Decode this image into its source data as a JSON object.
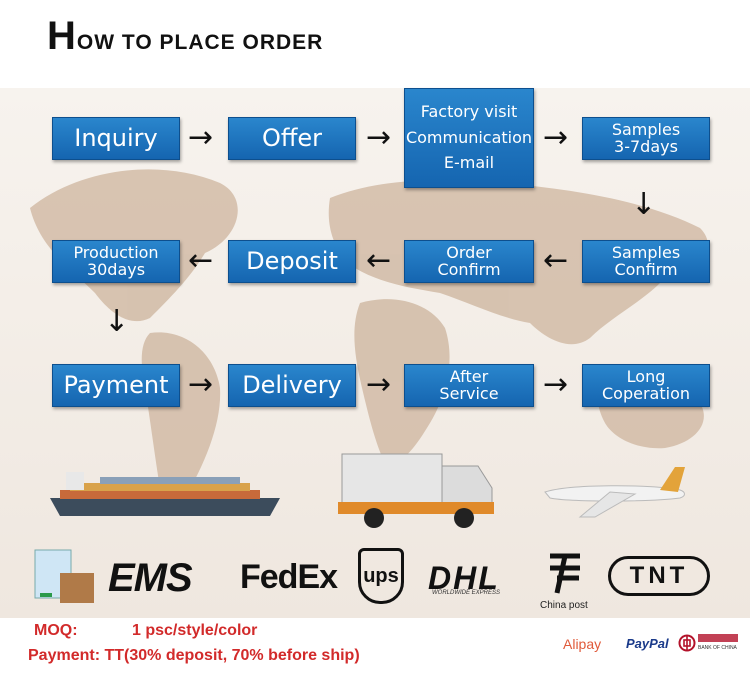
{
  "title": {
    "first": "H",
    "rest": "OW TO PLACE ORDER"
  },
  "steps": {
    "inquiry": "Inquiry",
    "offer": "Offer",
    "factory_1": "Factory visit",
    "factory_2": "Communication",
    "factory_3": "E-mail",
    "samples_1": "Samples",
    "samples_2": "3-7days",
    "samples_confirm_1": "Samples",
    "samples_confirm_2": "Confirm",
    "order_confirm_1": "Order",
    "order_confirm_2": "Confirm",
    "deposit": "Deposit",
    "production_1": "Production",
    "production_2": "30days",
    "payment": "Payment",
    "delivery": "Delivery",
    "after_1": "After",
    "after_2": "Service",
    "long_1": "Long",
    "long_2": "Coperation"
  },
  "arrows": {
    "right": "→",
    "left": "←",
    "down": "↓"
  },
  "carriers": {
    "ems": "EMS",
    "fedex_1": "Fed",
    "fedex_2": "Ex",
    "ups": "ups",
    "dhl": "DHL",
    "dhl_sub": "WORLDWIDE EXPRESS",
    "china_post": "China post",
    "tnt": "TNT"
  },
  "terms": {
    "moq_label": "MOQ:",
    "moq_value": "1 psc/style/color",
    "payment_label": "Payment:",
    "payment_value": "TT(30% deposit, 70% before ship)"
  },
  "payment_methods": {
    "alipay": "Alipay",
    "paypal": "PayPal",
    "bank_sub": "BANK OF CHINA"
  },
  "colors": {
    "box_blue": "#1f74bf",
    "red_text": "#d22a2a"
  }
}
